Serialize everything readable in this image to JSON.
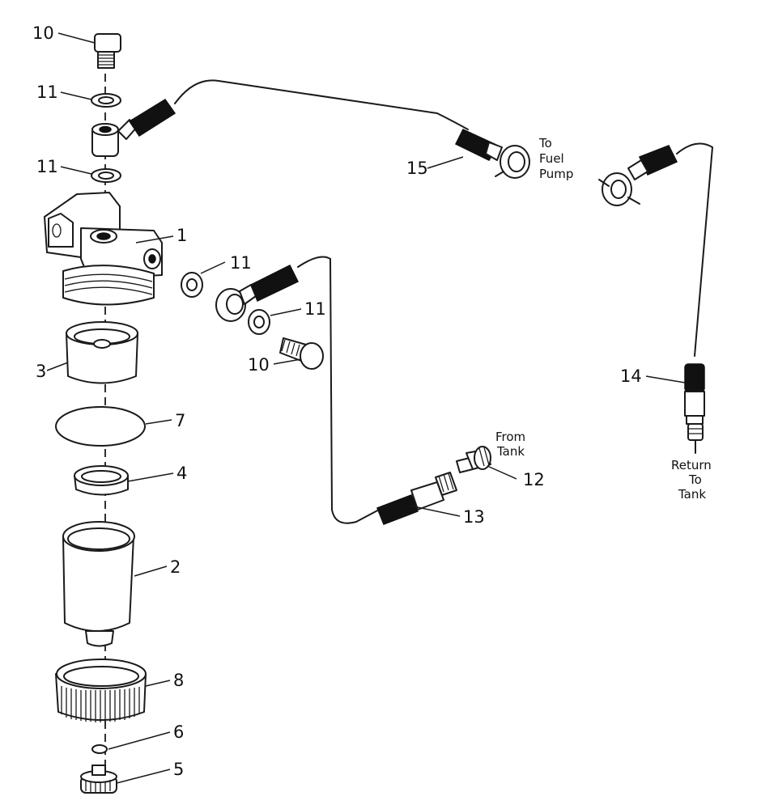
{
  "diagram": {
    "parts": [
      {
        "callout": "10"
      },
      {
        "callout": "11"
      },
      {
        "callout": "11"
      },
      {
        "callout": "1"
      },
      {
        "callout": "3"
      },
      {
        "callout": "7"
      },
      {
        "callout": "4"
      },
      {
        "callout": "2"
      },
      {
        "callout": "8"
      },
      {
        "callout": "6"
      },
      {
        "callout": "5"
      },
      {
        "callout": "11"
      },
      {
        "callout": "11"
      },
      {
        "callout": "10"
      },
      {
        "callout": "15"
      },
      {
        "callout": "14"
      },
      {
        "callout": "13"
      },
      {
        "callout": "12"
      }
    ],
    "notes": {
      "to_fuel_pump": [
        "To",
        "Fuel",
        "Pump"
      ],
      "from_tank": [
        "From",
        "Tank"
      ],
      "return_to_tank": [
        "Return",
        "To",
        "Tank"
      ]
    }
  }
}
